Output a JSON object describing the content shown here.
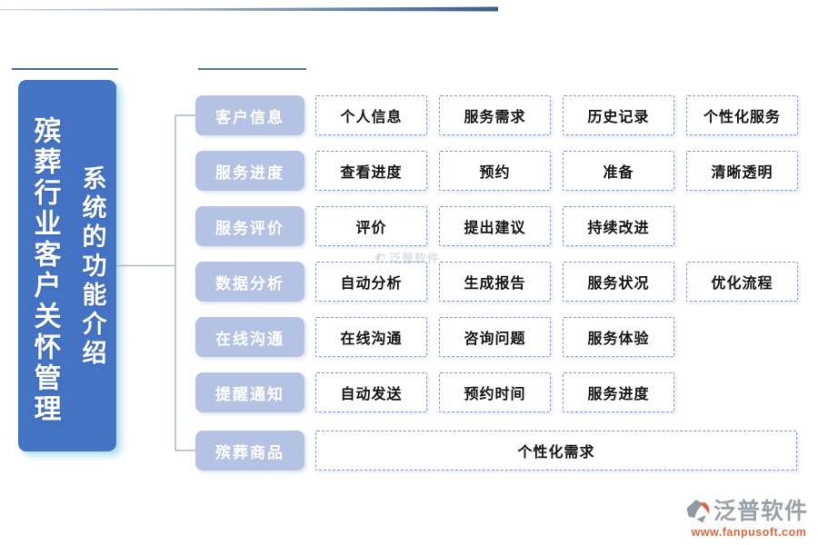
{
  "title_panel": {
    "main_title": "殡葬行业客户关怀管理",
    "sub_title": "系统的功能介绍"
  },
  "rows": [
    {
      "label": "客户信息",
      "items": [
        "个人信息",
        "服务需求",
        "历史记录",
        "个性化服务"
      ]
    },
    {
      "label": "服务进度",
      "items": [
        "查看进度",
        "预约",
        "准备",
        "清晰透明"
      ]
    },
    {
      "label": "服务评价",
      "items": [
        "评价",
        "提出建议",
        "持续改进"
      ]
    },
    {
      "label": "数据分析",
      "items": [
        "自动分析",
        "生成报告",
        "服务状况",
        "优化流程"
      ]
    },
    {
      "label": "在线沟通",
      "items": [
        "在线沟通",
        "咨询问题",
        "服务体验"
      ]
    },
    {
      "label": "提醒通知",
      "items": [
        "自动发送",
        "预约时间",
        "服务进度"
      ]
    },
    {
      "label": "殡葬商品",
      "items": [
        "个性化需求"
      ],
      "wide": true
    }
  ],
  "watermark": {
    "text": "泛普软件"
  },
  "logo": {
    "name": "泛普软件",
    "url": "www.fanpusoft.com"
  },
  "colors": {
    "panel_blue": "#4573c4",
    "button_blue": "#b4c2e4",
    "dashed_border": "#7e99c9",
    "connector": "#a9b7cb",
    "line_dark": "#4a6d97",
    "logo_gray": "#99a1ab",
    "logo_orange": "#d96a42"
  }
}
